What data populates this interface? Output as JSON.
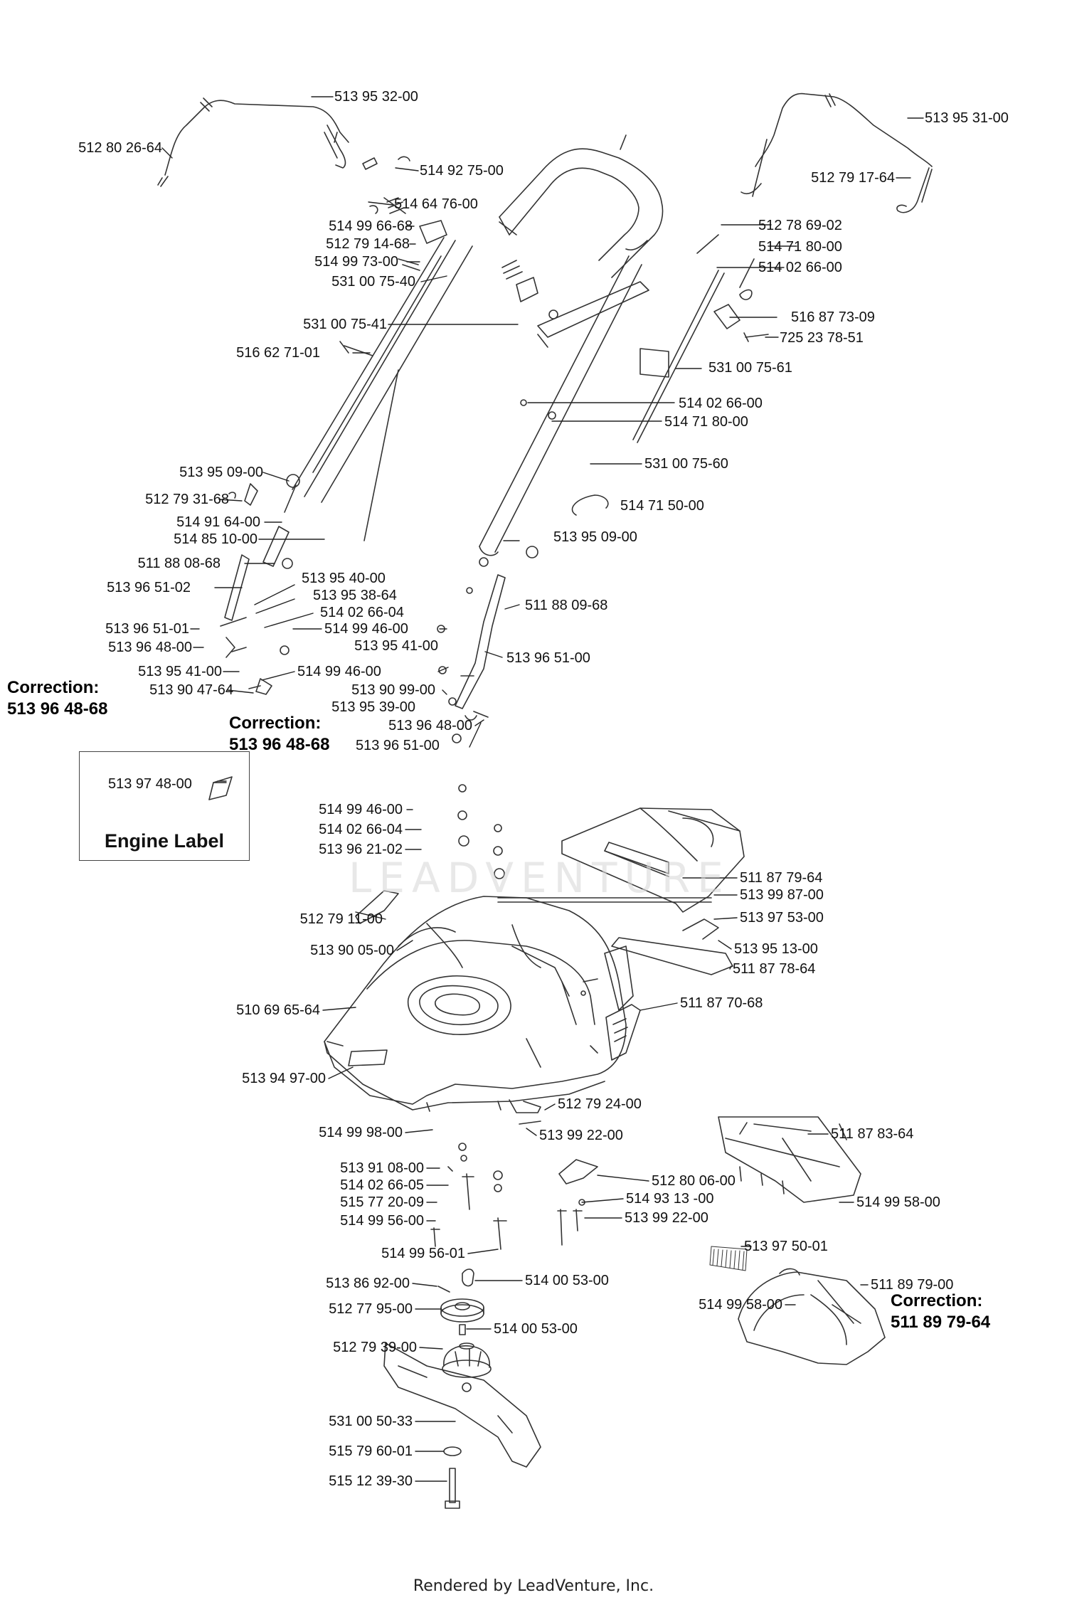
{
  "diagram": {
    "labels": [
      {
        "text": "513 95 32-00"
      },
      {
        "text": "512 80 26-64"
      },
      {
        "text": "514 92 75-00"
      },
      {
        "text": "514 64 76-00"
      },
      {
        "text": "514 99 66-68"
      },
      {
        "text": "512 79 14-68"
      },
      {
        "text": "514 99 73-00"
      },
      {
        "text": "531 00 75-40"
      },
      {
        "text": "531 00 75-41"
      },
      {
        "text": "516 62 71-01"
      },
      {
        "text": "513 95 31-00"
      },
      {
        "text": "512 79 17-64"
      },
      {
        "text": "512 78 69-02"
      },
      {
        "text": "514 71 80-00"
      },
      {
        "text": "514 02 66-00"
      },
      {
        "text": "516 87 73-09"
      },
      {
        "text": "725 23 78-51"
      },
      {
        "text": "531 00 75-61"
      },
      {
        "text": "514 02 66-00"
      },
      {
        "text": "514 71 80-00"
      },
      {
        "text": "531 00 75-60"
      },
      {
        "text": "514 71 50-00"
      },
      {
        "text": "513 95 09-00"
      },
      {
        "text": "512 79 31-68"
      },
      {
        "text": "514 91 64-00"
      },
      {
        "text": "514 85 10-00"
      },
      {
        "text": "511 88 08-68"
      },
      {
        "text": "513 96 51-02"
      },
      {
        "text": "513 95 40-00"
      },
      {
        "text": "513 95 38-64"
      },
      {
        "text": "514 02 66-04"
      },
      {
        "text": "514 99 46-00"
      },
      {
        "text": "513 96 51-01"
      },
      {
        "text": "513 96 48-00"
      },
      {
        "text": "513 95 41-00"
      },
      {
        "text": "514 99 46-00"
      },
      {
        "text": "513 90 47-64"
      },
      {
        "text": "513 90 99-00"
      },
      {
        "text": "513 95 39-00"
      },
      {
        "text": "513 96 48-00"
      },
      {
        "text": "513 96 51-00"
      },
      {
        "text": "513 95 09-00"
      },
      {
        "text": "511 88 09-68"
      },
      {
        "text": "513 95 41-00"
      },
      {
        "text": "513 96 51-00"
      },
      {
        "text": "514 99 46-00"
      },
      {
        "text": "514 02 66-04"
      },
      {
        "text": "513 96 21-02"
      },
      {
        "text": "511 87 79-64"
      },
      {
        "text": "513 99 87-00"
      },
      {
        "text": "512 79 11-00"
      },
      {
        "text": "513 97 53-00"
      },
      {
        "text": "513 90 05-00"
      },
      {
        "text": "513 95 13-00"
      },
      {
        "text": "511 87 78-64"
      },
      {
        "text": "510 69 65-64"
      },
      {
        "text": "511 87 70-68"
      },
      {
        "text": "513 94 97-00"
      },
      {
        "text": "512 79 24-00"
      },
      {
        "text": "514 99 98-00"
      },
      {
        "text": "513 99 22-00"
      },
      {
        "text": "511 87 83-64"
      },
      {
        "text": "513 91 08-00"
      },
      {
        "text": "512 80 06-00"
      },
      {
        "text": "514 02 66-05"
      },
      {
        "text": "514 93 13 -00"
      },
      {
        "text": "515 77 20-09"
      },
      {
        "text": "513 99 22-00"
      },
      {
        "text": "514 99 56-00"
      },
      {
        "text": "514 99 58-00"
      },
      {
        "text": "514 99 56-01"
      },
      {
        "text": "513 97 50-01"
      },
      {
        "text": "513 86 92-00"
      },
      {
        "text": "514 00 53-00"
      },
      {
        "text": "511 89 79-00"
      },
      {
        "text": "512 77 95-00"
      },
      {
        "text": "514 99 58-00"
      },
      {
        "text": "514 00 53-00"
      },
      {
        "text": "512 79 39-00"
      },
      {
        "text": "531 00 50-33"
      },
      {
        "text": "515 79 60-01"
      },
      {
        "text": "515 12 39-30"
      }
    ],
    "corrections": [
      {
        "line1": "Correction:",
        "line2": "513 96 48-68"
      },
      {
        "line1": "Correction:",
        "line2": "513 96 48-68"
      },
      {
        "line1": "Correction:",
        "line2": "511 89 79-64"
      }
    ],
    "engine_label_box": {
      "part": "513 97 48-00",
      "title": "Engine Label"
    },
    "watermark": "LEADVENTURE",
    "footer": "Rendered by LeadVenture, Inc."
  }
}
